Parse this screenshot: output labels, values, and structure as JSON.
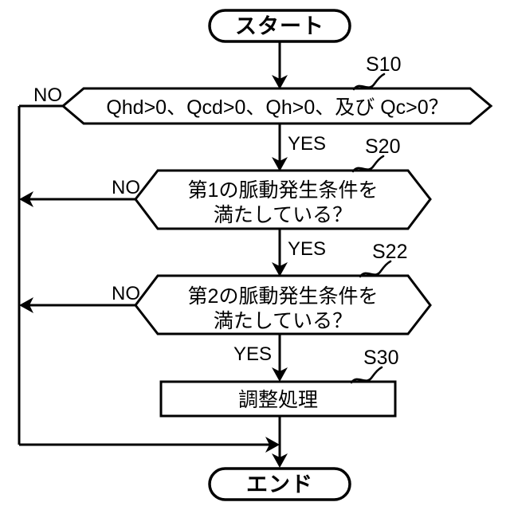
{
  "diagram": {
    "title_text": "",
    "colors": {
      "stroke": "#000000",
      "fill": "#ffffff",
      "background": "#ffffff"
    },
    "start": {
      "label": "スタート"
    },
    "end": {
      "label": "エンド"
    },
    "decisions": [
      {
        "step_ref": "S10",
        "line1": "Qhd>0、Qcd>0、Qh>0、及び Qc>0？",
        "line2": "",
        "yes_label": "YES",
        "no_label": "NO"
      },
      {
        "step_ref": "S20",
        "line1": "第1の脈動発生条件を",
        "line2": "満たしている？",
        "yes_label": "YES",
        "no_label": "NO"
      },
      {
        "step_ref": "S22",
        "line1": "第2の脈動発生条件を",
        "line2": "満たしている？",
        "yes_label": "YES",
        "no_label": "NO"
      }
    ],
    "process": {
      "step_ref": "S30",
      "label": "調整処理"
    }
  }
}
